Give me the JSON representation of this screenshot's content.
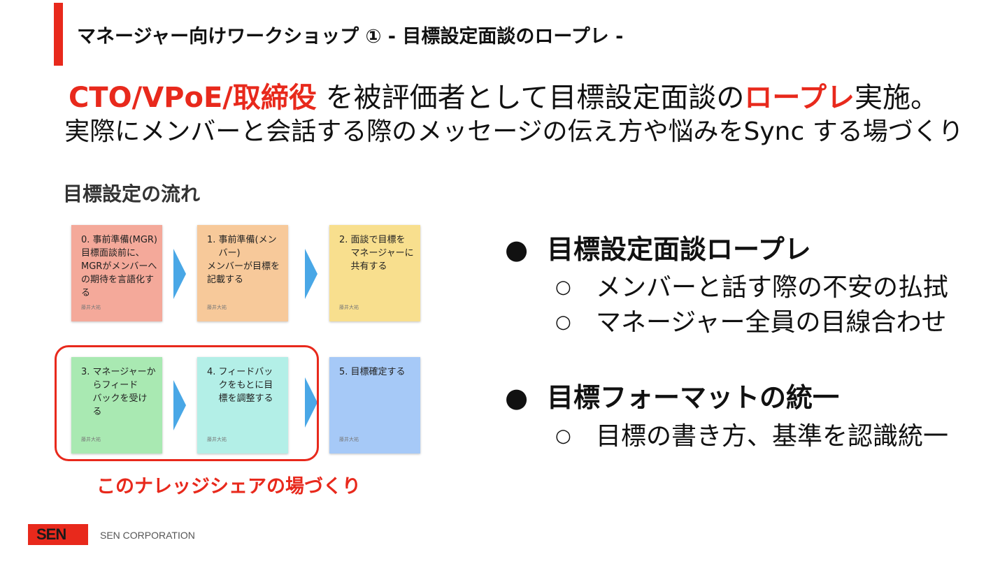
{
  "header": {
    "title": "マネージャー向けワークショップ ① - 目標設定面談のロープレ -"
  },
  "headline": {
    "red1": "CTO/VPoE/取締役",
    "plain1": " を被評価者として目標設定面談の",
    "red2": "ロープレ",
    "plain2": "実施。"
  },
  "subline": "実際にメンバーと会話する際のメッセージの伝え方や悩みをSync する場づくり",
  "flow": {
    "title": "目標設定の流れ",
    "notes": [
      {
        "text": "0. 事前準備(MGR)\n目標面談前に、\nMGRがメンバーへ\nの期待を言語化す\nる",
        "author": "藤井大祐",
        "color": "#f4a99a"
      },
      {
        "text": "1. 事前準備(メン\n    バー)\nメンバーが目標を\n記載する",
        "author": "藤井大祐",
        "color": "#f7c99a"
      },
      {
        "text": "2. 面談で目標を\n    マネージャーに\n    共有する",
        "author": "藤井大祐",
        "color": "#f8df8e"
      },
      {
        "text": "3. マネージャーか\n    らフィード\n    バックを受け\n    る",
        "author": "藤井大祐",
        "color": "#a9e9b2"
      },
      {
        "text": "4. フィードバッ\n    クをもとに目\n    標を調整する",
        "author": "藤井大祐",
        "color": "#b3efe7"
      },
      {
        "text": "5. 目標確定する",
        "author": "藤井大祐",
        "color": "#a6c9f7"
      }
    ],
    "caption": "このナレッジシェアの場づくり"
  },
  "bullets": [
    {
      "title": "目標設定面談ロープレ",
      "items": [
        "メンバーと話す際の不安の払拭",
        "マネージャー全員の目線合わせ"
      ]
    },
    {
      "title": "目標フォーマットの統一",
      "items": [
        "目標の書き方、基準を認識統一"
      ]
    }
  ],
  "footer": {
    "logo": "SEN",
    "company": "SEN CORPORATION"
  },
  "colors": {
    "accent": "#e8291c",
    "arrow": "#49a7e6"
  }
}
